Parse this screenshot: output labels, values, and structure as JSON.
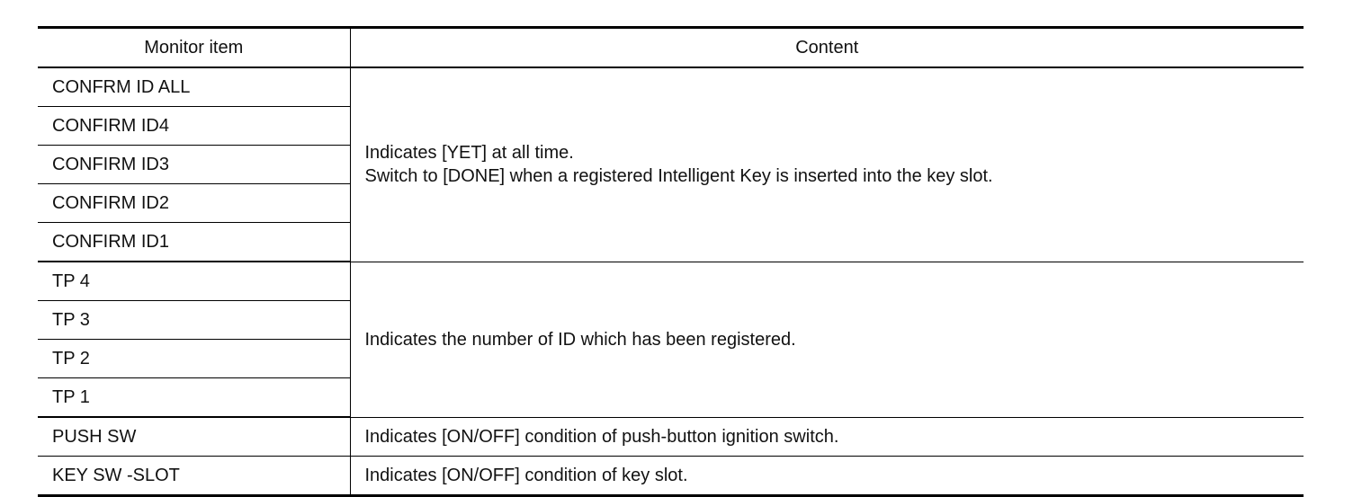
{
  "table": {
    "headers": [
      "Monitor item",
      "Content"
    ],
    "groups": [
      {
        "items": [
          "CONFRM ID ALL",
          "CONFIRM ID4",
          "CONFIRM ID3",
          "CONFIRM ID2",
          "CONFIRM ID1"
        ],
        "content": [
          "Indicates [YET] at all time.",
          "Switch to [DONE] when a registered Intelligent Key is inserted into the key slot."
        ]
      },
      {
        "items": [
          "TP 4",
          "TP 3",
          "TP 2",
          "TP 1"
        ],
        "content": [
          "Indicates the number of ID which has been registered."
        ]
      },
      {
        "items": [
          "PUSH SW"
        ],
        "content": [
          "Indicates [ON/OFF] condition of push-button ignition switch."
        ]
      },
      {
        "items": [
          "KEY SW -SLOT"
        ],
        "content": [
          "Indicates [ON/OFF] condition of key slot."
        ]
      }
    ]
  }
}
